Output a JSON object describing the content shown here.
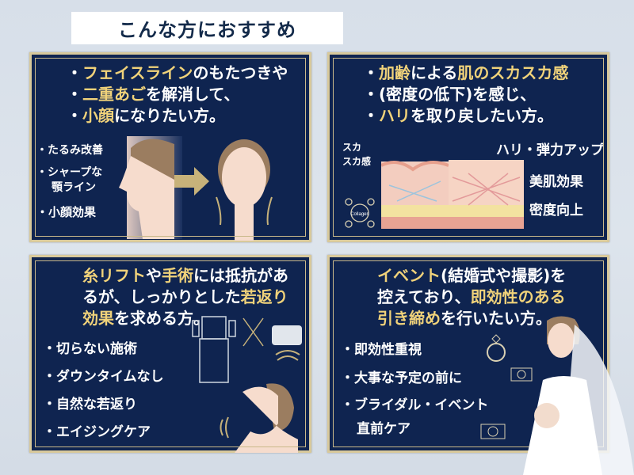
{
  "title": "こんな方におすすめ",
  "panels": [
    {
      "headline": [
        [
          {
            "t": "・",
            "g": false
          },
          {
            "t": "フェイスライン",
            "g": true
          },
          {
            "t": "のもたつきや",
            "g": false
          }
        ],
        [
          {
            "t": "・",
            "g": false
          },
          {
            "t": "二重あご",
            "g": true
          },
          {
            "t": "を解消して、",
            "g": false
          }
        ],
        [
          {
            "t": "・",
            "g": false
          },
          {
            "t": "小顔",
            "g": true
          },
          {
            "t": "になりたい方。",
            "g": false
          }
        ]
      ],
      "points": [
        "・たるみ改善",
        "・シャープな",
        "顎ライン",
        "・小顔効果"
      ]
    },
    {
      "headline": [
        [
          {
            "t": "・",
            "g": false
          },
          {
            "t": "加齢",
            "g": true
          },
          {
            "t": "による",
            "g": false
          },
          {
            "t": "肌のスカスカ感",
            "g": true
          }
        ],
        [
          {
            "t": "・(密度の低下)を感じ、",
            "g": false
          }
        ],
        [
          {
            "t": "・",
            "g": false
          },
          {
            "t": "ハリ",
            "g": true
          },
          {
            "t": "を取り戻したい方。",
            "g": false
          }
        ]
      ],
      "diagram_labels": {
        "before": "スカ\nスカ感",
        "collagen": "Collagen"
      },
      "points": [
        "ハリ・弾力アップ",
        "美肌効果",
        "密度向上"
      ]
    },
    {
      "headline": [
        [
          {
            "t": "糸リフト",
            "g": true
          },
          {
            "t": "や",
            "g": false
          },
          {
            "t": "手術",
            "g": true
          },
          {
            "t": "には抵抗があ",
            "g": false
          }
        ],
        [
          {
            "t": "るが、しっかりとした",
            "g": false
          },
          {
            "t": "若返り",
            "g": true
          }
        ],
        [
          {
            "t": "効果",
            "g": true
          },
          {
            "t": "を求める方。",
            "g": false
          }
        ]
      ],
      "points": [
        "・切らない施術",
        "・ダウンタイムなし",
        "・自然な若返り",
        "・エイジングケア"
      ]
    },
    {
      "headline": [
        [
          {
            "t": "イベント",
            "g": true
          },
          {
            "t": "(結婚式や撮影)を",
            "g": false
          }
        ],
        [
          {
            "t": "控えており、",
            "g": false
          },
          {
            "t": "即効性のある",
            "g": true
          }
        ],
        [
          {
            "t": "引き締め",
            "g": true
          },
          {
            "t": "を行いたい方。",
            "g": false
          }
        ]
      ],
      "points": [
        "・即効性重視",
        "・大事な予定の前に",
        "・ブライダル・イベント",
        "直前ケア"
      ]
    }
  ],
  "colors": {
    "panel_bg": "#0f2450",
    "gold": "#f0d27a",
    "frame": "#d8c99b",
    "title_text": "#132a4a"
  }
}
